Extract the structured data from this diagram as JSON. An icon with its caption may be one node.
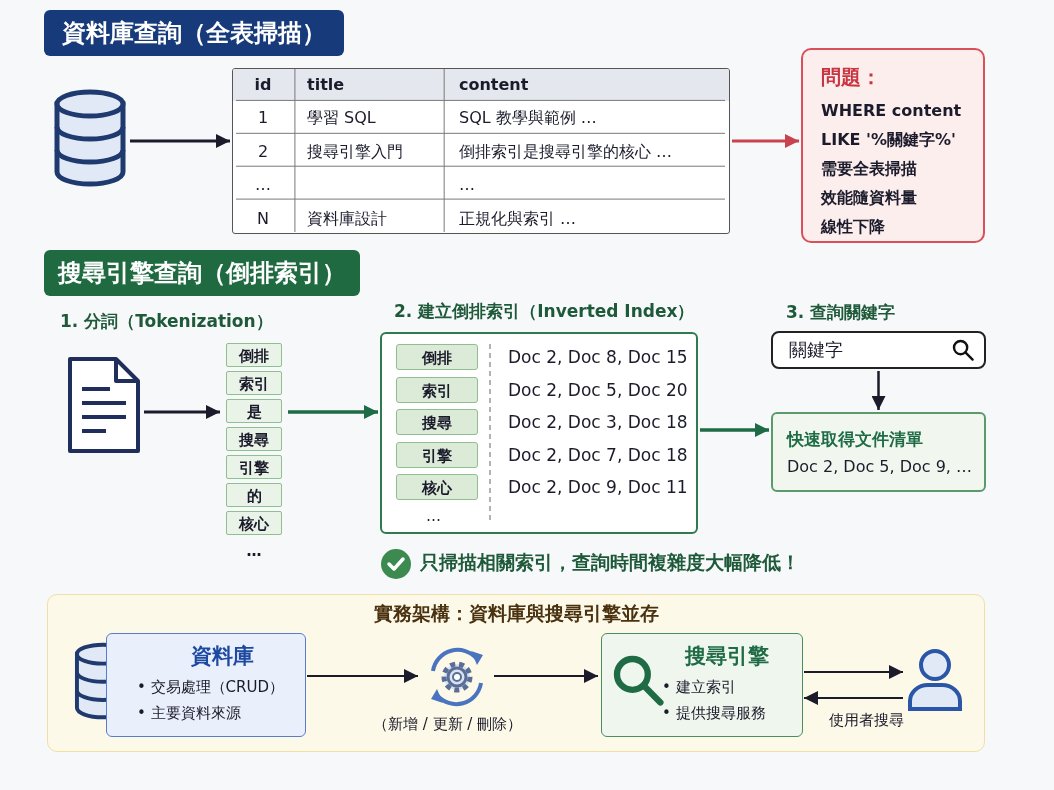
{
  "diagram": {
    "nodes": [
      {
        "text": [],
        "shape": "cylinder"
      },
      {
        "text": [
          "id",
          "title",
          "content",
          "1",
          "學習 SQL",
          "SQL 教學與範例 …",
          "2",
          "搜尋引擎入門",
          "倒排索引是搜尋引擎的核心 …",
          "…",
          "…",
          "N",
          "資料庫設計",
          "正規化與索引 …"
        ]
      },
      {
        "text": [
          "問題：",
          "WHERE content LIKE '%關鍵字%'",
          "需要全表掃描",
          "效能隨資料量線性下降"
        ]
      },
      {
        "text": [],
        "shape": "document"
      },
      {
        "text": [
          "倒排",
          "索引",
          "是",
          "搜尋",
          "引擎",
          "的",
          "核心",
          "…"
        ]
      },
      {
        "text": [
          "2. 建立倒排索引（Inverted Index）",
          "倒排",
          "Doc 2, Doc 8, Doc 15",
          "索引",
          "Doc 2, Doc 5, Doc 20",
          "搜尋",
          "Doc 2, Doc 3, Doc 18",
          "引擎",
          "Doc 2, Doc 7, Doc 18",
          "核心",
          "Doc 2, Doc 9, Doc 11",
          "…"
        ]
      },
      {
        "text": [
          "關鍵字"
        ]
      },
      {
        "text": [
          "快速取得文件清單",
          "Doc 2, Doc 5, Doc 9, …"
        ]
      },
      {
        "text": [
          "實務架構：資料庫與搜尋引擎並存"
        ]
      },
      {
        "text": [
          "資料庫",
          "• 交易處理（CRUD）",
          "• 主要資料來源"
        ],
        "in": 8
      },
      {
        "text": [],
        "shape": "gear",
        "in": 8,
        "beside": [
          "（新增 / 更新 / 刪除）"
        ]
      },
      {
        "text": [
          "搜尋引擎",
          "• 建立索引",
          "• 提供搜尋服務"
        ],
        "in": 8
      },
      {
        "text": [],
        "shape": "person",
        "in": 8,
        "beside": [
          "使用者搜尋"
        ]
      }
    ],
    "edges": [
      {
        "from": 0,
        "to": 1,
        "arrow": "to"
      },
      {
        "from": 1,
        "to": 2,
        "arrow": "to",
        "color": "#c8434f"
      },
      {
        "from": 3,
        "to": 4,
        "arrow": "to"
      },
      {
        "from": 4,
        "to": 5,
        "arrow": "to",
        "color": "#1e6b45"
      },
      {
        "from": 5,
        "to": 7,
        "arrow": "to",
        "color": "#1e6b45"
      },
      {
        "from": 6,
        "to": 7,
        "arrow": "to"
      },
      {
        "from": 9,
        "to": 10,
        "arrow": "to"
      },
      {
        "from": 10,
        "to": 11,
        "arrow": "to"
      },
      {
        "from": 11,
        "to": 12,
        "arrow": "to"
      },
      {
        "from": 12,
        "to": 11,
        "arrow": "to"
      }
    ],
    "labels": [
      "資料庫查詢（全表掃描）",
      "搜尋引擎查詢（倒排索引）",
      "1. 分詞（Tokenization）",
      "3. 查詢關鍵字",
      "只掃描相關索引，查詢時間複雜度大幅降低！"
    ]
  }
}
